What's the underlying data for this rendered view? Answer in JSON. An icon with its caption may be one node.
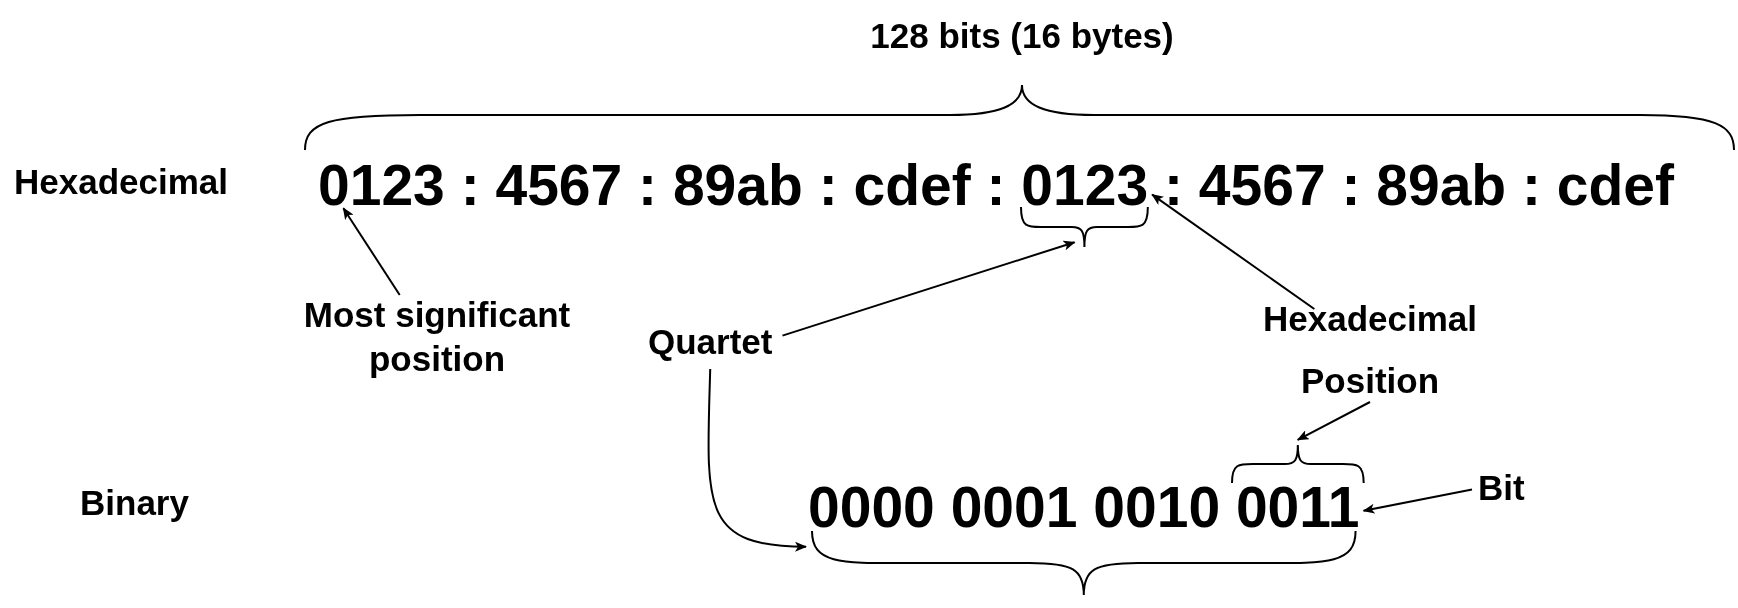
{
  "diagram": {
    "nodes": [
      {
        "text": [
          "0123 : 4567 : 89ab : cdef : 0123 : 4567 : 89ab : cdef"
        ]
      },
      {
        "text": [],
        "shape": "brace"
      },
      {
        "text": [
          "Most significant position"
        ]
      },
      {
        "text": [
          "Quartet"
        ]
      },
      {
        "text": [
          "Hexadecimal Position"
        ]
      },
      {
        "text": [],
        "shape": "brace"
      },
      {
        "text": [
          "0000 0001 0010 0011"
        ]
      },
      {
        "text": [
          "Bit"
        ]
      },
      {
        "text": [],
        "shape": "brace"
      }
    ],
    "edges": [
      {
        "from": 2,
        "to": 0,
        "arrow": "to"
      },
      {
        "from": 3,
        "to": 1,
        "arrow": "to"
      },
      {
        "from": 4,
        "to": 0,
        "arrow": "to"
      },
      {
        "from": 3,
        "to": 8,
        "arrow": "to"
      },
      {
        "from": 4,
        "to": 5,
        "arrow": "to"
      },
      {
        "from": 7,
        "to": 6,
        "arrow": "to"
      }
    ],
    "labels": [
      "128 bits (16 bytes)",
      "Hexadecimal",
      "Binary"
    ]
  }
}
